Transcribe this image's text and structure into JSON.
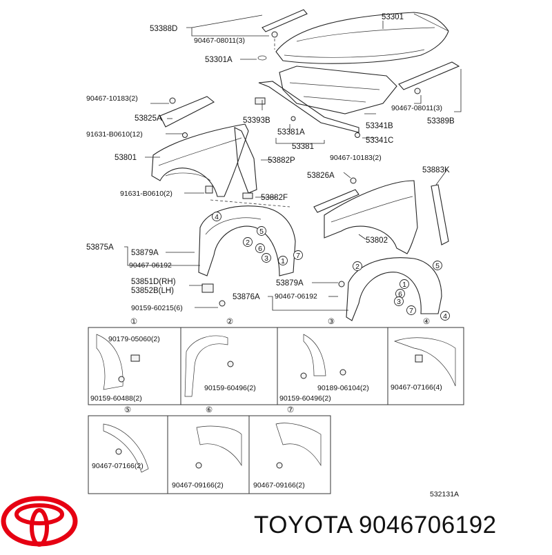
{
  "labels": {
    "l53388D": "53388D",
    "l90467_08011_3a": "90467-08011(3)",
    "l53301": "53301",
    "l53301A": "53301A",
    "l90467_10183_2a": "90467-10183(2)",
    "l53825A": "53825A",
    "l91631_B0610_12": "91631-B0610(12)",
    "l53801": "53801",
    "l53393B": "53393B",
    "l53381A": "53381A",
    "l53381": "53381",
    "l53341B": "53341B",
    "l53341C": "53341C",
    "l90467_08011_3b": "90467-08011(3)",
    "l53389B": "53389B",
    "l53882P": "53882P",
    "l90467_10183_2b": "90467-10183(2)",
    "l53826A": "53826A",
    "l53883K": "53883K",
    "l91631_B0610_2": "91631-B0610(2)",
    "l53882F": "53882F",
    "l53802": "53802",
    "l53875A": "53875A",
    "l53879A_a": "53879A",
    "l90467_06192_a": "90467-06192",
    "l53851D": "53851D(RH)",
    "l53852B": "53852B(LH)",
    "l90159_60215": "90159-60215(6)",
    "l53876A": "53876A",
    "l53879A_b": "53879A",
    "l90467_06192_b": "90467-06192",
    "l90179_05060": "90179-05060(2)",
    "l90159_60488": "90159-60488(2)",
    "l90159_60496_a": "90159-60496(2)",
    "l90189_06104": "90189-06104(2)",
    "l90159_60496_b": "90159-60496(2)",
    "l90467_07166_4": "90467-07166(4)",
    "l90467_07166_2": "90467-07166(2)",
    "l90467_09166_a": "90467-09166(2)",
    "l90467_09166_b": "90467-09166(2)",
    "l532131A": "532131A"
  },
  "callouts": [
    "①",
    "②",
    "③",
    "④",
    "⑤",
    "⑥",
    "⑦"
  ],
  "callout_digits": [
    "1",
    "2",
    "3",
    "4",
    "5",
    "6",
    "7"
  ],
  "brand": {
    "name": "TOYOTA",
    "part_number": "9046706192",
    "logo": "toyota-logo",
    "logo_color": "#e60012"
  }
}
